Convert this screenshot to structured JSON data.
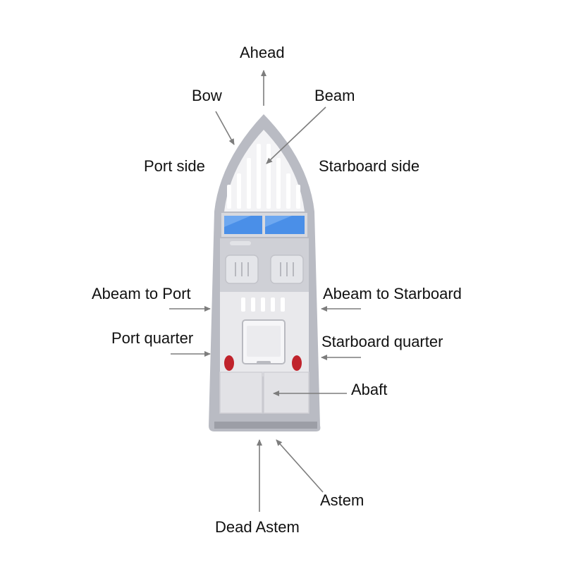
{
  "labels": {
    "ahead": "Ahead",
    "bow": "Bow",
    "beam": "Beam",
    "port_side": "Port side",
    "starboard_side": "Starboard side",
    "abeam_port": "Abeam to Port",
    "abeam_starboard": "Abeam to Starboard",
    "port_quarter": "Port quarter",
    "starboard_quarter": "Starboard quarter",
    "abaft": "Abaft",
    "astem": "Astem",
    "dead_astem": "Dead Astem"
  },
  "colors": {
    "hull": "#b9bbc3",
    "deck": "#e9e9ec",
    "windshield": "#4a8fe8",
    "tail_light": "#c0232c",
    "arrow": "#7d7d7d",
    "text": "#111111"
  }
}
